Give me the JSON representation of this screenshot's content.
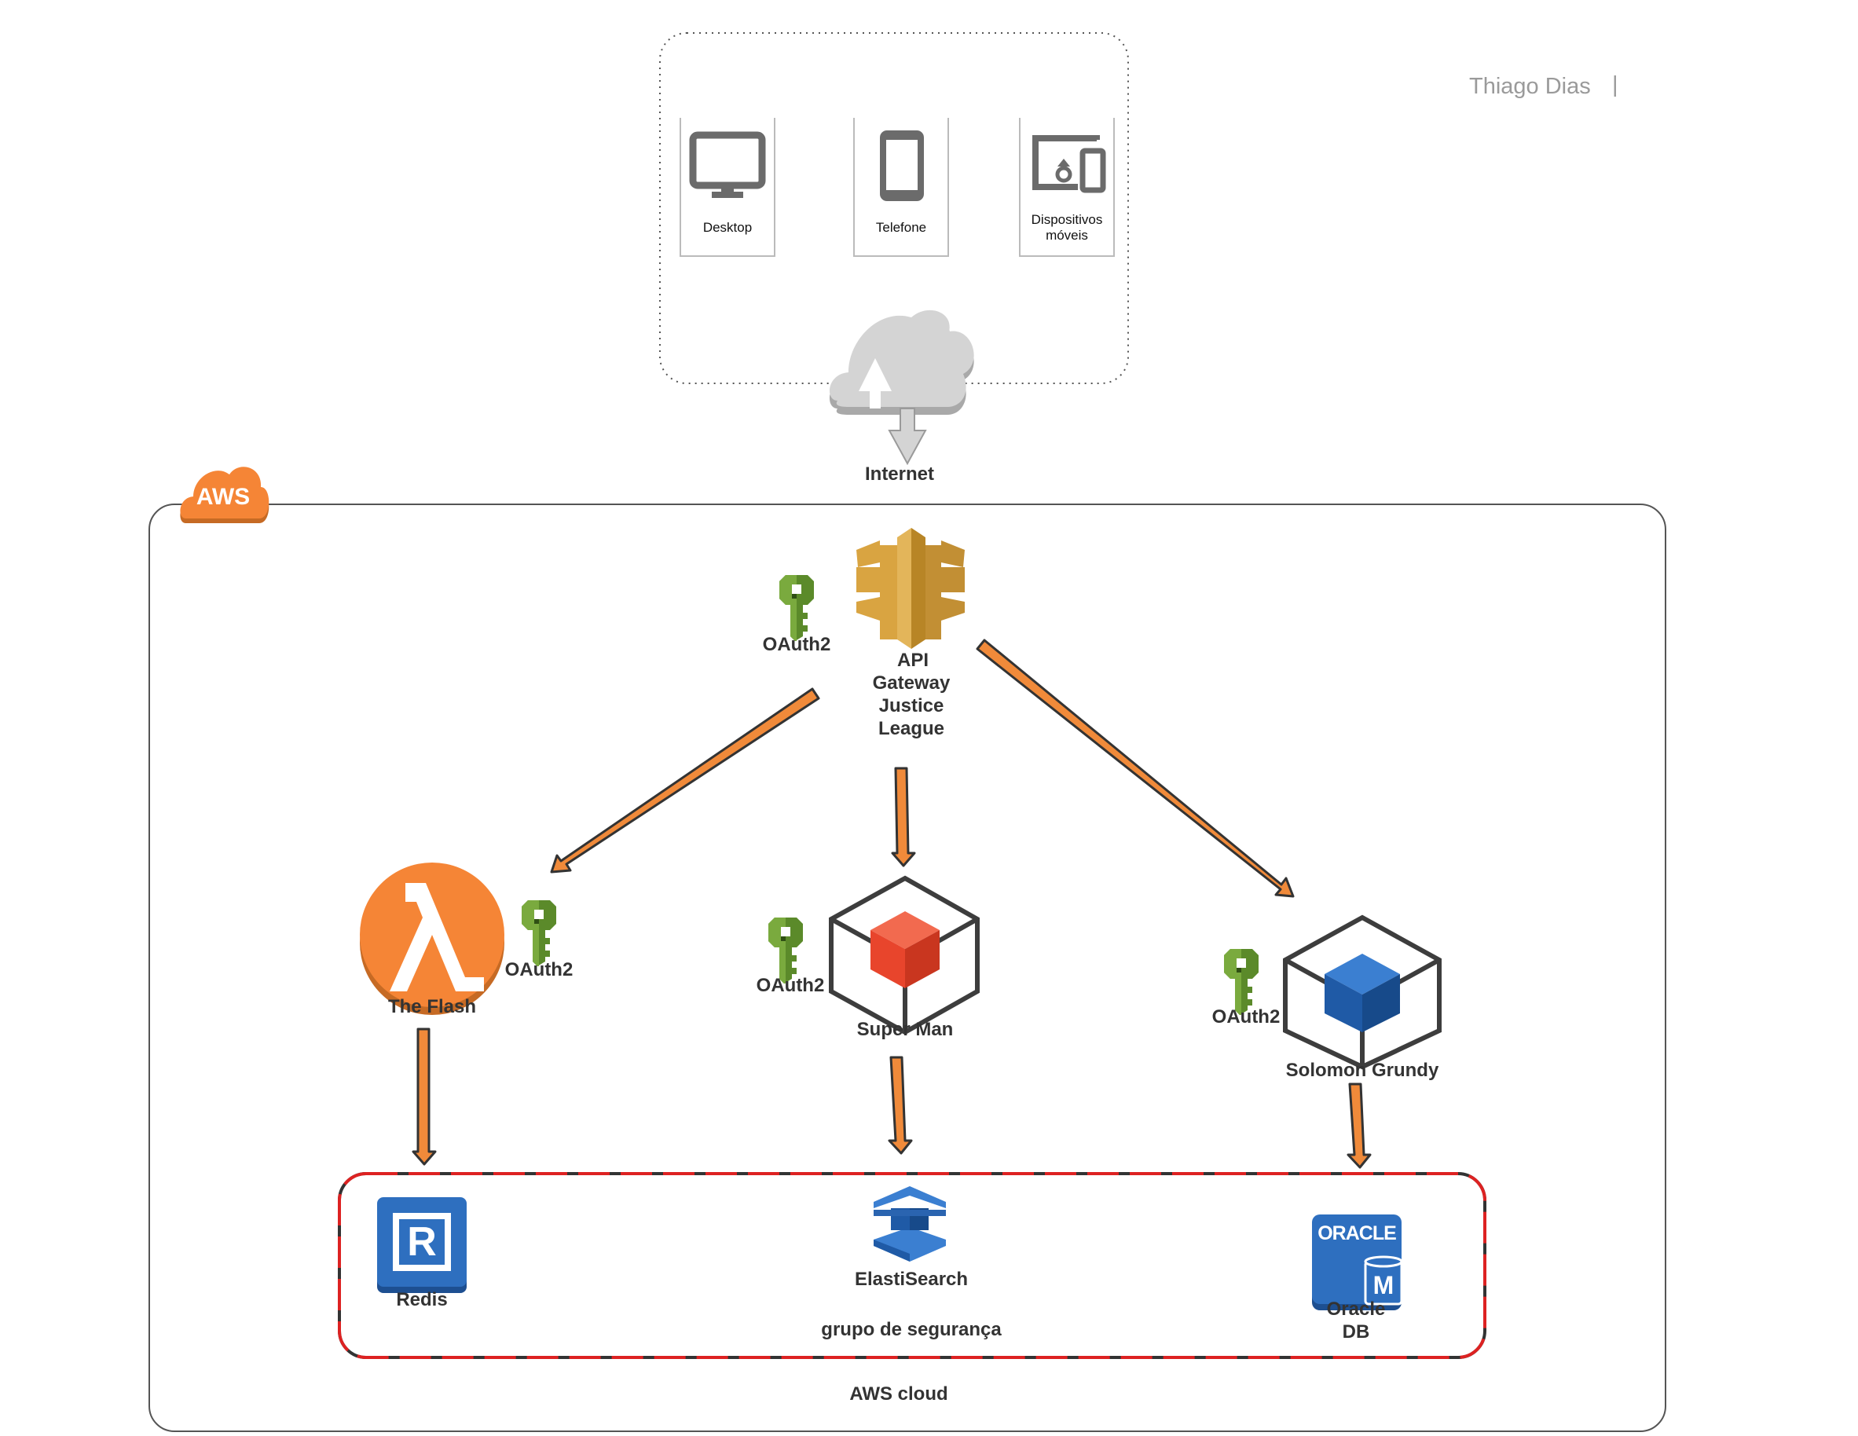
{
  "author": "Thiago Dias",
  "client_devices": [
    {
      "label": "Desktop",
      "icon": "desktop-icon"
    },
    {
      "label": "Telefone",
      "icon": "phone-icon"
    },
    {
      "label": "Dispositivos móveis",
      "icon": "mobile-devices-icon"
    }
  ],
  "internet": {
    "label": "Internet",
    "icon": "internet-cloud-icon"
  },
  "aws": {
    "badge": "AWS",
    "cloud_label": "AWS cloud"
  },
  "api_gateway": {
    "line1": "API",
    "line2": "Gateway",
    "line3": "Justice",
    "line4": "League",
    "auth_label": "OAuth2"
  },
  "services": {
    "flash": {
      "label": "The Flash",
      "auth_label": "OAuth2"
    },
    "superman": {
      "label": "Super Man",
      "auth_label": "OAuth2"
    },
    "grundy": {
      "label": "Solomon Grundy",
      "auth_label": "OAuth2"
    }
  },
  "data_stores": {
    "redis": {
      "label": "Redis",
      "icon_letter": "R"
    },
    "elastic": {
      "label": "ElastiSearch"
    },
    "oracle": {
      "line1": "Oracle",
      "line2": "DB",
      "logo_text": "ORACLE",
      "logo_letter": "M"
    }
  },
  "security_group": {
    "label": "grupo de segurança"
  },
  "colors": {
    "arrow": "#f08a3a",
    "arrow_outline": "#333333",
    "aws_orange": "#f58536",
    "key_green": "#5b8a2a",
    "gateway_gold": "#d9a441",
    "superman_red": "#e8452c",
    "grundy_blue": "#1f5aa6",
    "redis_blue": "#2e6fbf",
    "security_red": "#dd2222"
  }
}
